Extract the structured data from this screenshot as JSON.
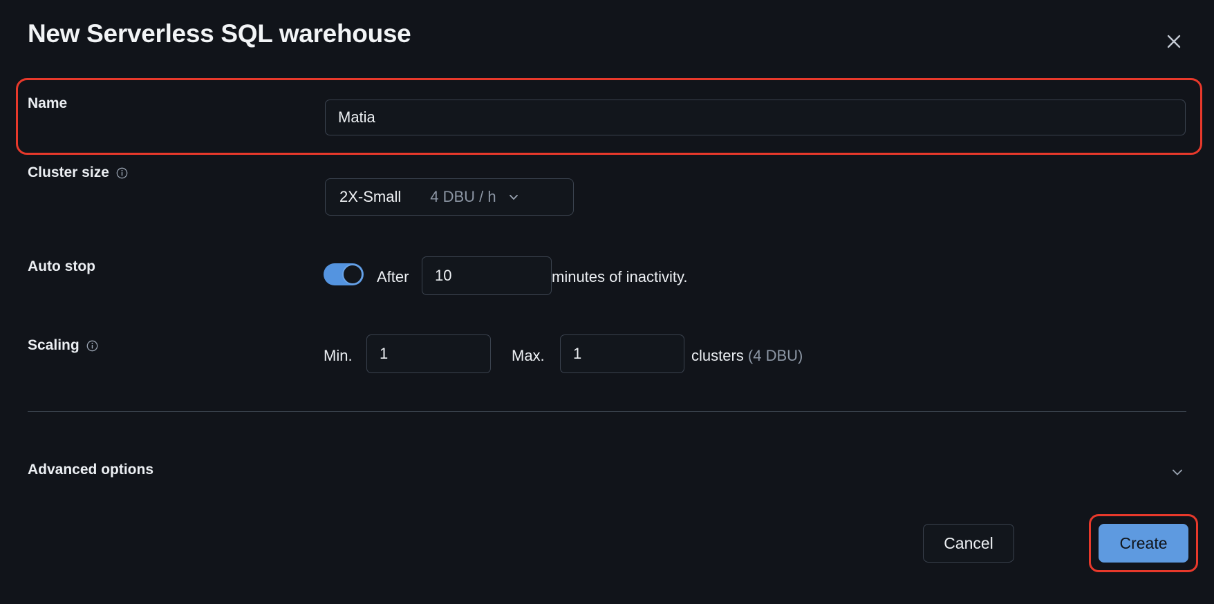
{
  "dialog": {
    "title": "New Serverless SQL warehouse",
    "close_icon": "close-icon"
  },
  "fields": {
    "name": {
      "label": "Name",
      "value": "Matia",
      "placeholder": ""
    },
    "cluster_size": {
      "label": "Cluster size",
      "info_icon": "info-icon",
      "value": "2X-Small",
      "rate": "4 DBU / h",
      "chevron_icon": "chevron-down-icon"
    },
    "auto_stop": {
      "label": "Auto stop",
      "enabled": true,
      "after_label": "After",
      "minutes": "10",
      "suffix_label": "minutes of inactivity."
    },
    "scaling": {
      "label": "Scaling",
      "info_icon": "info-icon",
      "min_label": "Min.",
      "min_value": "1",
      "max_label": "Max.",
      "max_value": "1",
      "clusters_label": "clusters",
      "clusters_dbu": "(4 DBU)"
    }
  },
  "advanced": {
    "label": "Advanced options",
    "chevron_icon": "chevron-down-icon",
    "expanded": false
  },
  "footer": {
    "cancel_label": "Cancel",
    "create_label": "Create"
  },
  "colors": {
    "background": "#11141a",
    "accent_blue": "#5e9ae0",
    "toggle_on": "#5494e0",
    "highlight_red": "#e8392b",
    "muted_text": "#8c96a4",
    "border": "#3b434f"
  }
}
